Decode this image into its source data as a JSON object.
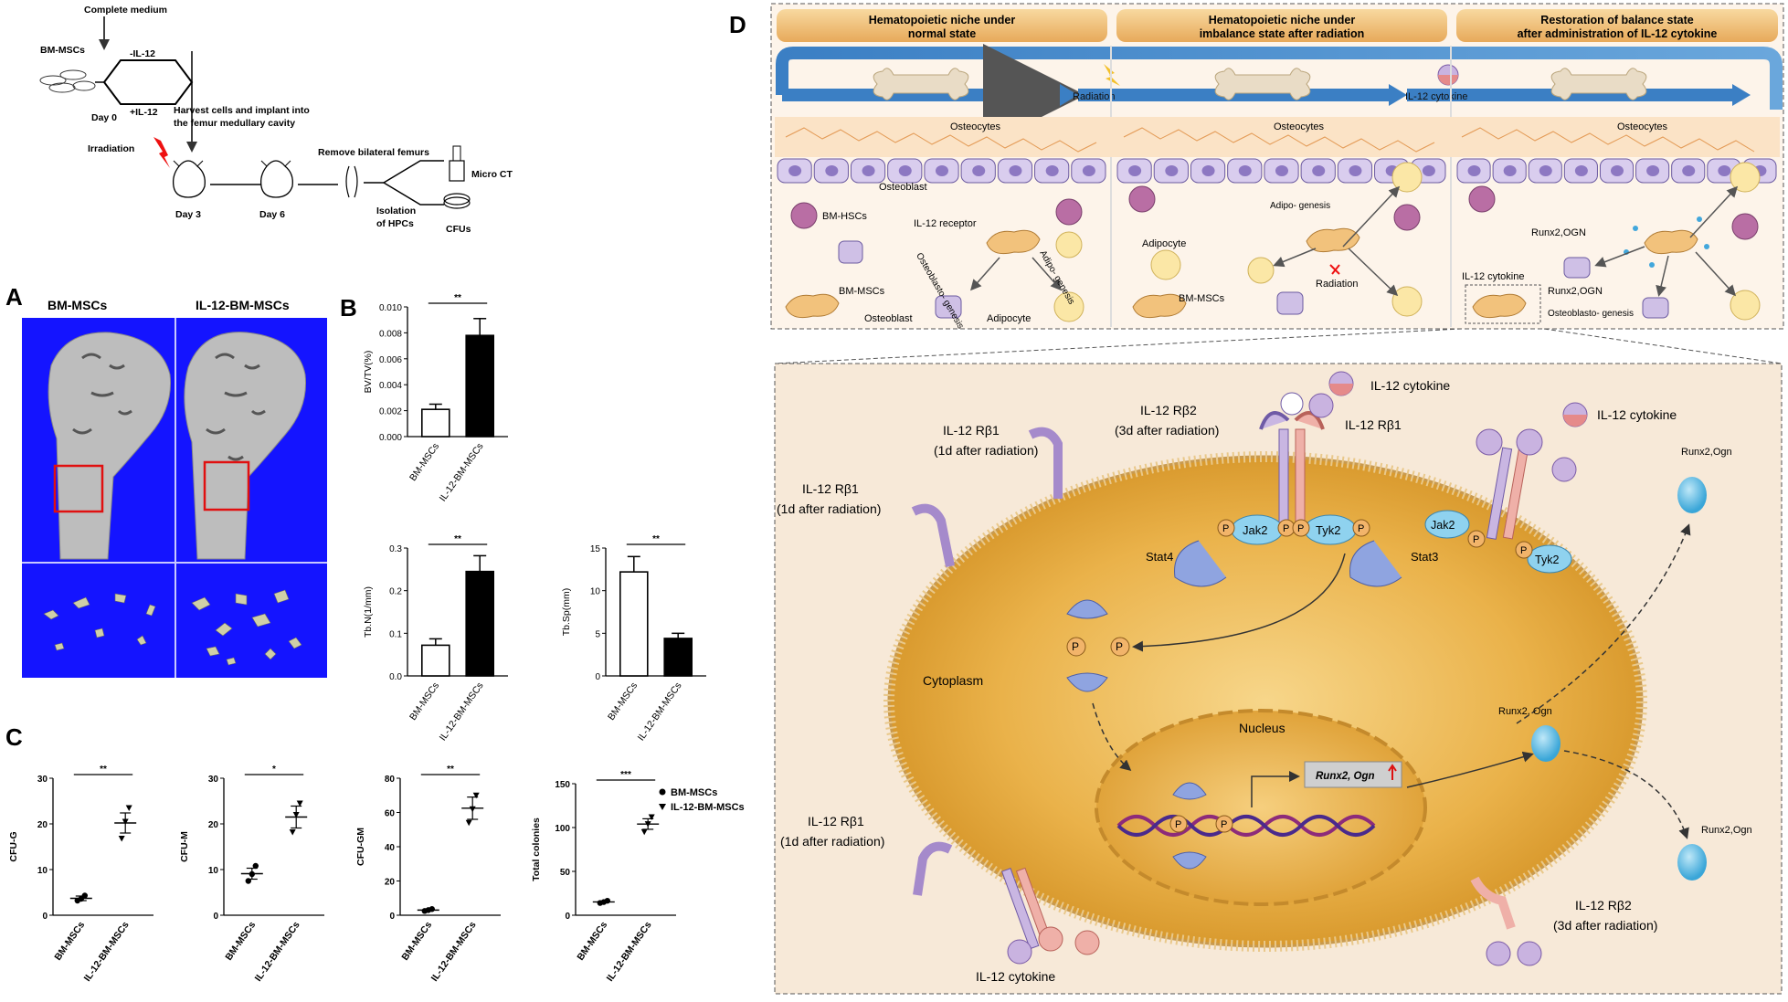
{
  "panel_letters": {
    "A": "A",
    "B": "B",
    "C": "C",
    "D": "D"
  },
  "protocol": {
    "complete_medium": "Complete medium",
    "bm_mscs": "BM-MSCs",
    "minus_il12": "-IL-12",
    "plus_il12": "+IL-12",
    "day0": "Day 0",
    "harvest_line1": "Harvest cells and implant into",
    "harvest_line2": "the femur medullary cavity",
    "irradiation": "Irradiation",
    "remove_femurs": "Remove bilateral femurs",
    "micro_ct": "Micro CT",
    "isolation_line1": "Isolation",
    "isolation_line2": "of HPCs",
    "cfus": "CFUs",
    "day3": "Day 3",
    "day6": "Day 6"
  },
  "panel_a": {
    "left_title": "BM-MSCs",
    "right_title": "IL-12-BM-MSCs",
    "bg_color": "#1414ff"
  },
  "chart_data": [
    {
      "id": "bv_tv",
      "type": "bar",
      "categories": [
        "BM-MSCs",
        "IL-12-BM-MSCs"
      ],
      "values": [
        0.0021,
        0.0078
      ],
      "errors": [
        0.0004,
        0.0013
      ],
      "ylabel": "BV/TV(%)",
      "ylim": [
        0,
        0.01
      ],
      "yticks": [
        "0.000",
        "0.002",
        "0.004",
        "0.006",
        "0.008",
        "0.010"
      ],
      "sig": "**"
    },
    {
      "id": "tb_n",
      "type": "bar",
      "categories": [
        "BM-MSCs",
        "IL-12-BM-MSCs"
      ],
      "values": [
        0.072,
        0.245
      ],
      "errors": [
        0.015,
        0.037
      ],
      "ylabel": "Tb.N(1/mm)",
      "ylim": [
        0,
        0.3
      ],
      "yticks": [
        "0.0",
        "0.1",
        "0.2",
        "0.3"
      ],
      "sig": "**"
    },
    {
      "id": "tb_sp",
      "type": "bar",
      "categories": [
        "BM-MSCs",
        "IL-12-BM-MSCs"
      ],
      "values": [
        12.2,
        4.4
      ],
      "errors": [
        1.8,
        0.6
      ],
      "ylabel": "Tb.Sp(mm)",
      "ylim": [
        0,
        15
      ],
      "yticks": [
        "0",
        "5",
        "10",
        "15"
      ],
      "sig": "**"
    },
    {
      "id": "cfu_g",
      "type": "scatter",
      "categories": [
        "BM-MSCs",
        "IL-12-BM-MSCs"
      ],
      "ylabel": "CFU-G",
      "ylim": [
        0,
        30
      ],
      "yticks": [
        "0",
        "10",
        "20",
        "30"
      ],
      "sig": "**",
      "series": [
        {
          "points": [
            3.2,
            3.6,
            4.3
          ],
          "mean": 3.7,
          "err": 0.5
        },
        {
          "points": [
            16.8,
            20.5,
            23.5
          ],
          "mean": 20.2,
          "err": 2.2
        }
      ]
    },
    {
      "id": "cfu_m",
      "type": "scatter",
      "categories": [
        "BM-MSCs",
        "IL-12-BM-MSCs"
      ],
      "ylabel": "CFU-M",
      "ylim": [
        0,
        30
      ],
      "yticks": [
        "0",
        "10",
        "20",
        "30"
      ],
      "sig": "*",
      "series": [
        {
          "points": [
            7.5,
            9.0,
            10.8
          ],
          "mean": 9.1,
          "err": 1.2
        },
        {
          "points": [
            18.2,
            22.0,
            24.5
          ],
          "mean": 21.5,
          "err": 2.4
        }
      ]
    },
    {
      "id": "cfu_gm",
      "type": "scatter",
      "categories": [
        "BM-MSCs",
        "IL-12-BM-MSCs"
      ],
      "ylabel": "CFU-GM",
      "ylim": [
        0,
        80
      ],
      "yticks": [
        "0",
        "20",
        "40",
        "60",
        "80"
      ],
      "sig": "**",
      "series": [
        {
          "points": [
            2.5,
            3.0,
            3.6
          ],
          "mean": 3.0,
          "err": 0.4
        },
        {
          "points": [
            54,
            62,
            70
          ],
          "mean": 62.5,
          "err": 6.5
        }
      ]
    },
    {
      "id": "total",
      "type": "scatter",
      "categories": [
        "BM-MSCs",
        "IL-12-BM-MSCs"
      ],
      "ylabel": "Total  colonies",
      "ylim": [
        0,
        150
      ],
      "yticks": [
        "0",
        "50",
        "100",
        "150"
      ],
      "sig": "***",
      "series": [
        {
          "points": [
            14,
            15,
            16.5
          ],
          "mean": 15.2,
          "err": 0.8
        },
        {
          "points": [
            95,
            104,
            112
          ],
          "mean": 104,
          "err": 6
        }
      ],
      "legend": [
        "BM-MSCs",
        "IL-12-BM-MSCs"
      ]
    }
  ],
  "panel_d": {
    "h1_l1": "Hematopoietic niche under",
    "h1_l2": "normal state",
    "h2_l1": "Hematopoietic niche under",
    "h2_l2": "imbalance state after radiation",
    "h3_l1": "Restoration of balance state",
    "h3_l2": "after administration of IL-12  cytokine",
    "radiation": "Radiation",
    "il12_cytokine_arrow": "IL-12 cytokine",
    "osteocytes": "Osteocytes",
    "osteoblast": "Osteoblast",
    "bm_hscs": "BM-HSCs",
    "il12_receptor": "IL-12 receptor",
    "osteoblastogenesis": "Osteoblasto-\ngenesis",
    "adipogenesis": "Adipo-\ngenesis",
    "bm_mscs": "BM-MSCs",
    "adipocyte": "Adipocyte",
    "adipocyte2": "Adipocyte",
    "adipo2": "Adipo-\ngenesis",
    "radiation2": "Radiation",
    "runx_ogn": "Runx2,OGN",
    "il12_cyt": "IL-12 cytokine",
    "runx_ogn2": "Runx2,OGN",
    "osteo2": "Osteoblasto-\ngenesis"
  },
  "detail": {
    "cytokine_top": "IL-12 cytokine",
    "cytokine_right": "IL-12 cytokine",
    "rb2_top_l1": "IL-12 Rβ2",
    "rb2_top_l2": "(3d after radiation)",
    "rb1_top": "IL-12 Rβ1",
    "rb1_a_l1": "IL-12 Rβ1",
    "rb1_a_l2": "(1d after radiation)",
    "rb1_b_l1": "IL-12 Rβ1",
    "rb1_b_l2": "(1d after radiation)",
    "rb1_c_l1": "IL-12 Rβ1",
    "rb1_c_l2": "(1d after radiation)",
    "rb2_bot_l1": "IL-12 Rβ2",
    "rb2_bot_l2": "(3d after radiation)",
    "cytokine_bottom": "IL-12 cytokine",
    "jak2": "Jak2",
    "tyk2": "Tyk2",
    "jak2b": "Jak2",
    "tyk2b": "Tyk2",
    "p": "P",
    "stat4": "Stat4",
    "stat3": "Stat3",
    "cytoplasm": "Cytoplasm",
    "nucleus": "Nucleus",
    "runx_box": "Runx2, Ogn",
    "runx_ogn_top": "Runx2,Ogn",
    "runx_ogn_mid": "Runx2, Ogn",
    "runx_ogn_low": "Runx2,Ogn"
  }
}
